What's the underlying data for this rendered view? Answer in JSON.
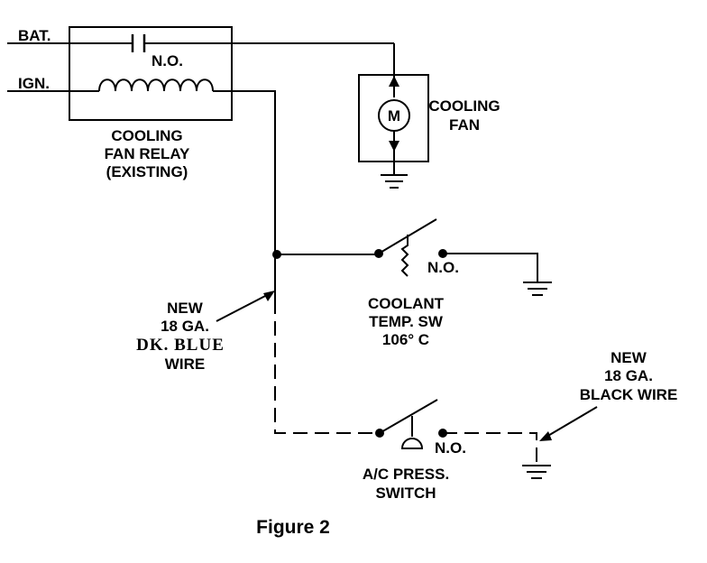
{
  "labels": {
    "bat": "BAT.",
    "ign": "IGN.",
    "relay_contact": "N.O.",
    "relay_line1": "COOLING",
    "relay_line2": "FAN RELAY",
    "relay_line3": "(EXISTING)",
    "fan_line1": "COOLING",
    "fan_line2": "FAN",
    "motor": "M",
    "coolant_contact": "N.O.",
    "coolant_line1": "COOLANT",
    "coolant_line2": "TEMP. SW",
    "coolant_line3": "106° C",
    "blue_line1": "NEW",
    "blue_line2": "18 GA.",
    "blue_line3": "DK. BLUE",
    "blue_line4": "WIRE",
    "black_line1": "NEW",
    "black_line2": "18 GA.",
    "black_line3": "BLACK WIRE",
    "ac_contact": "N.O.",
    "ac_line1": "A/C PRESS.",
    "ac_line2": "SWITCH",
    "figure_caption": "Figure 2"
  }
}
